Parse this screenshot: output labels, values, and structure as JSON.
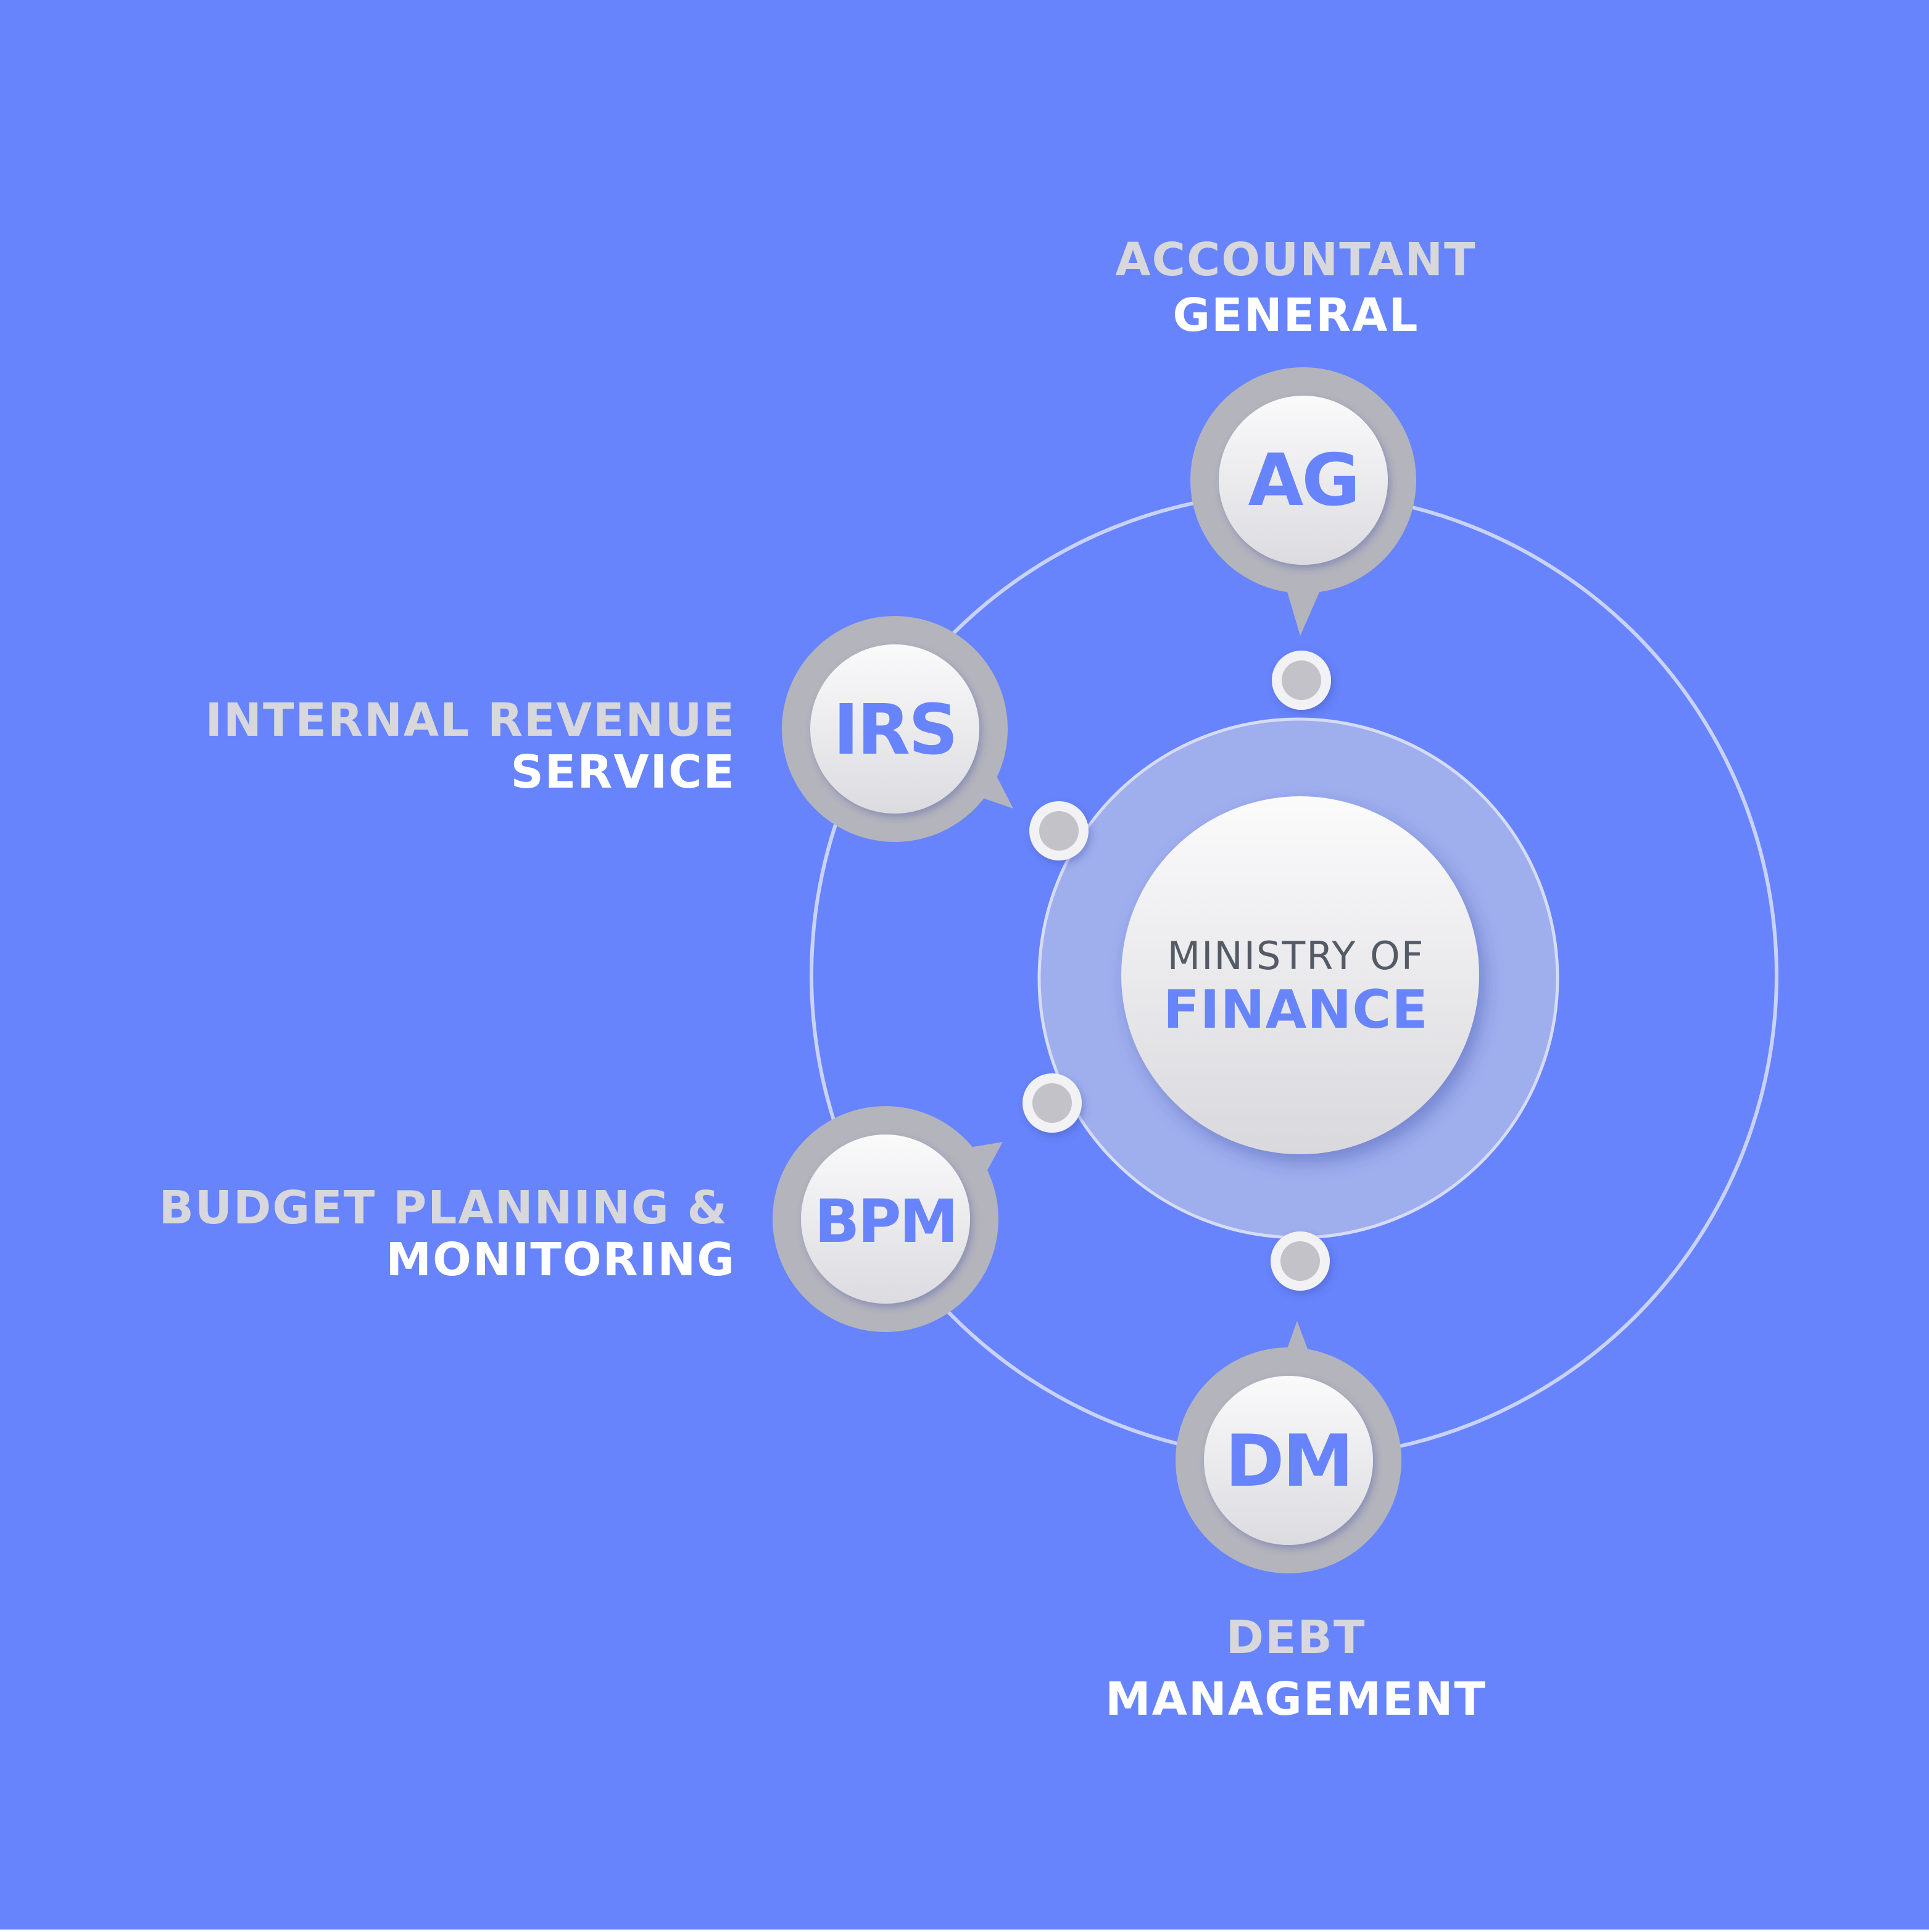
{
  "colors": {
    "background": "#6784fc",
    "accent": "#6784fc",
    "ring_outer": "#b4b4bc",
    "node_face": "#f1f1f3",
    "label_light": "#d8d8dc",
    "label_white": "#ffffff",
    "center_dark_text": "#555b66"
  },
  "center": {
    "line1": "MINISTRY OF",
    "line2": "FINANCE"
  },
  "nodes": [
    {
      "abbr": "AG",
      "label_line1": "ACCOUNTANT",
      "label_line2": "GENERAL"
    },
    {
      "abbr": "IRS",
      "label_line1": "INTERNAL REVENUE",
      "label_line2": "SERVICE"
    },
    {
      "abbr": "BPM",
      "label_line1": "BUDGET PLANNING &",
      "label_line2": "MONITORING"
    },
    {
      "abbr": "DM",
      "label_line1": "DEBT",
      "label_line2": "MANAGEMENT"
    }
  ]
}
